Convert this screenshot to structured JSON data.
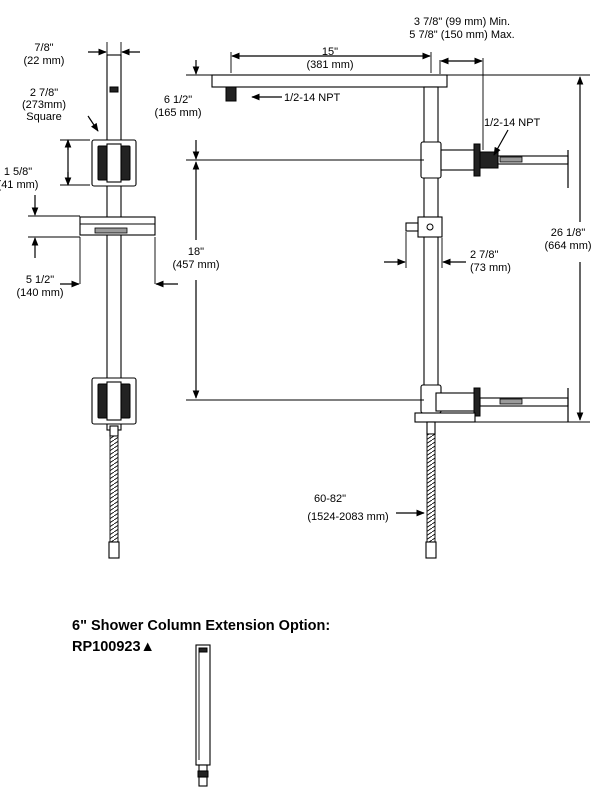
{
  "dimensions": {
    "top_width": [
      "7/8\"",
      "(22 mm)"
    ],
    "bracket": [
      "2 7/8\"",
      "(273mm)",
      "Square"
    ],
    "slider_height": [
      "1 5/8\"",
      "(41 mm)"
    ],
    "slider_depth": [
      "5 1/2\"",
      "(140 mm)"
    ],
    "arm_length": [
      "15\"",
      "(381 mm)"
    ],
    "offset": [
      "3 7/8\" (99 mm) Min.",
      "5 7/8\" (150 mm) Max."
    ],
    "arm_drop": [
      "6 1/2\"",
      "(165 mm)"
    ],
    "arm_npt": "1/2-14 NPT",
    "wall_npt": "1/2-14 NPT",
    "spacing": [
      "18\"",
      "(457 mm)"
    ],
    "total_height": [
      "26 1/8\"",
      "(664 mm)"
    ],
    "holder_depth": [
      "2 7/8\"",
      "(73 mm)"
    ],
    "hose": [
      "60-82\"",
      "(1524-2083 mm)"
    ]
  },
  "extension": {
    "title": "6\" Shower Column Extension Option:",
    "part_number": "RP100923▲"
  }
}
